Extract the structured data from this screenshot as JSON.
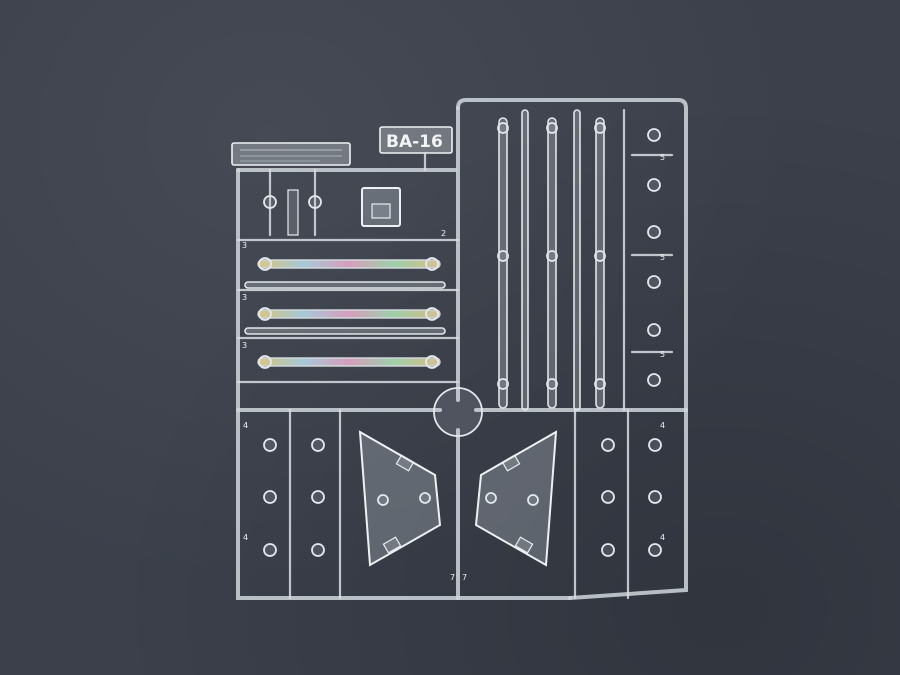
{
  "image": {
    "subject": "clear plastic model kit sprue on dark fabric",
    "background_color": "#3b404b",
    "plastic_color": "#d8dee3"
  },
  "sprue": {
    "part_code": "BA-16",
    "part_numbers": [
      "2",
      "3",
      "3",
      "3",
      "5",
      "5",
      "5",
      "4",
      "4",
      "4",
      "4",
      "7",
      "7"
    ]
  }
}
